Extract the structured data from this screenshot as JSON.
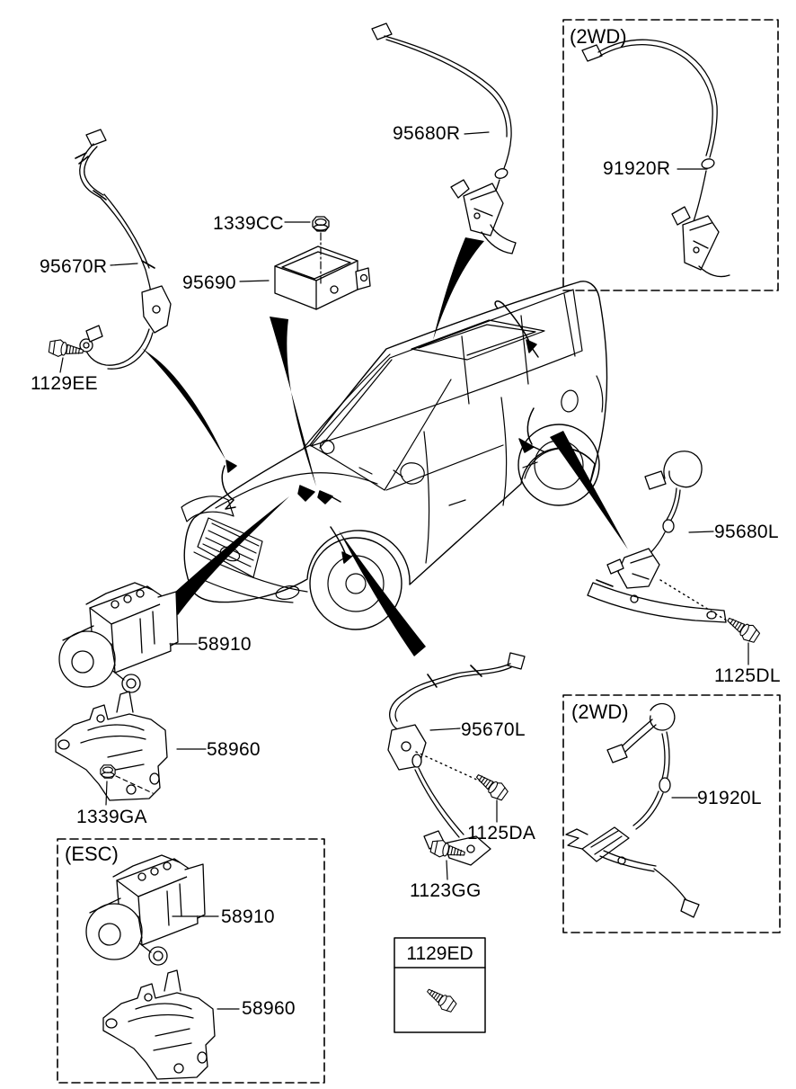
{
  "diagram": {
    "background": "#ffffff",
    "line_color": "#000000"
  },
  "callouts": {
    "c95670R": "95670R",
    "c95680R": "95680R",
    "c91920R": "91920R",
    "c1339CC": "1339CC",
    "c95690": "95690",
    "c1129EE": "1129EE",
    "c58910": "58910",
    "c58960": "58960",
    "c1339GA": "1339GA",
    "c58910_esc": "58910",
    "c58960_esc": "58960",
    "c95670L": "95670L",
    "c1125DA": "1125DA",
    "c1123GG": "1123GG",
    "c1129ED": "1129ED",
    "c95680L": "95680L",
    "c1125DL": "1125DL",
    "c91920L": "91920L"
  },
  "group_boxes": {
    "top_right_2wd": "(2WD)",
    "bottom_right_2wd": "(2WD)",
    "esc": "(ESC)"
  }
}
